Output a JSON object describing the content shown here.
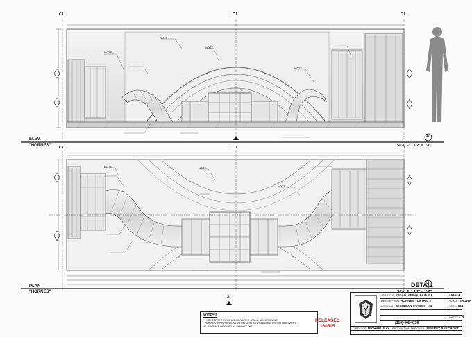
{
  "top_view": {
    "cl_label": "C.L.",
    "name": "ELEV.",
    "subname": "\"HORNES\"",
    "scale": "SCALE: 1 1/2\" = 1'-0\"",
    "marker": "A"
  },
  "bottom_view": {
    "cl_label": "C.L.",
    "name": "PLAN",
    "subname": "\"HORNES\"",
    "scale": "SCALE: 1 1/2\" = 1'-0\"",
    "detail_label": "DETAIL",
    "detail_number": "3",
    "marker": "A"
  },
  "notes": {
    "title": "NOTES!!",
    "lines": [
      "- \"HORNES\" SET PIECE UNDER WATER - BUILD ACCORDINGLY.",
      "- \"HORNES\" FINISH SIMILAR TO REPURPOSED COLUMNS FROM TFA ARMORY",
      "  ALL SURFACE FINISHED AS PER ART DIR."
    ]
  },
  "released": {
    "label": "RELEASED",
    "number": "160505"
  },
  "title_block": {
    "set_title_label": "SET TITLE:",
    "set_title": "IntAncientShip_Lock # 1",
    "set_no": "160504",
    "description_label": "DESCRIPTION:",
    "description": "HORNES - DETAIL 3",
    "scale_label": "SCALE:",
    "scale": "SHOWN",
    "location_label": "LOCATION:",
    "location": "MICHIGAN STAGES - #1",
    "set_label": "SET #:",
    "set_number": "669",
    "sheet_label": "SHEET #:",
    "sheet_number": "5",
    "phone": "(310)-968-0296",
    "director_label": "DIRECTOR:",
    "director": "MICHAEL BAY",
    "designer_label": "PRODUCTION DESIGNER:",
    "designer": "JEFFREY BEECROFT"
  }
}
